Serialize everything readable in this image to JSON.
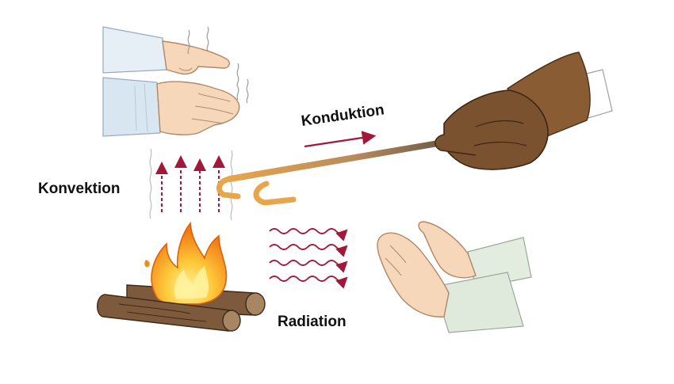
{
  "labels": {
    "convection": "Konvektion",
    "conduction": "Konduktion",
    "radiation": "Radiation"
  },
  "colors": {
    "arrow": "#a3183a",
    "flame_outer": "#f28a1a",
    "flame_inner": "#ffd23c",
    "log": "#7d5a3c",
    "log_end": "#a98663",
    "glove": "#7a5230",
    "rod_hot": "#e8a64a",
    "rod_cold": "#3a3a3a",
    "skin": "#f6d7b9",
    "sleeve_blue": "#d8e6f2",
    "sleeve_green": "#dfe9dc"
  },
  "icons": [
    "fire-icon",
    "glove-hand-icon",
    "warming-hand-icon",
    "heat-wave-arrow-icon",
    "convection-arrow-icon"
  ]
}
